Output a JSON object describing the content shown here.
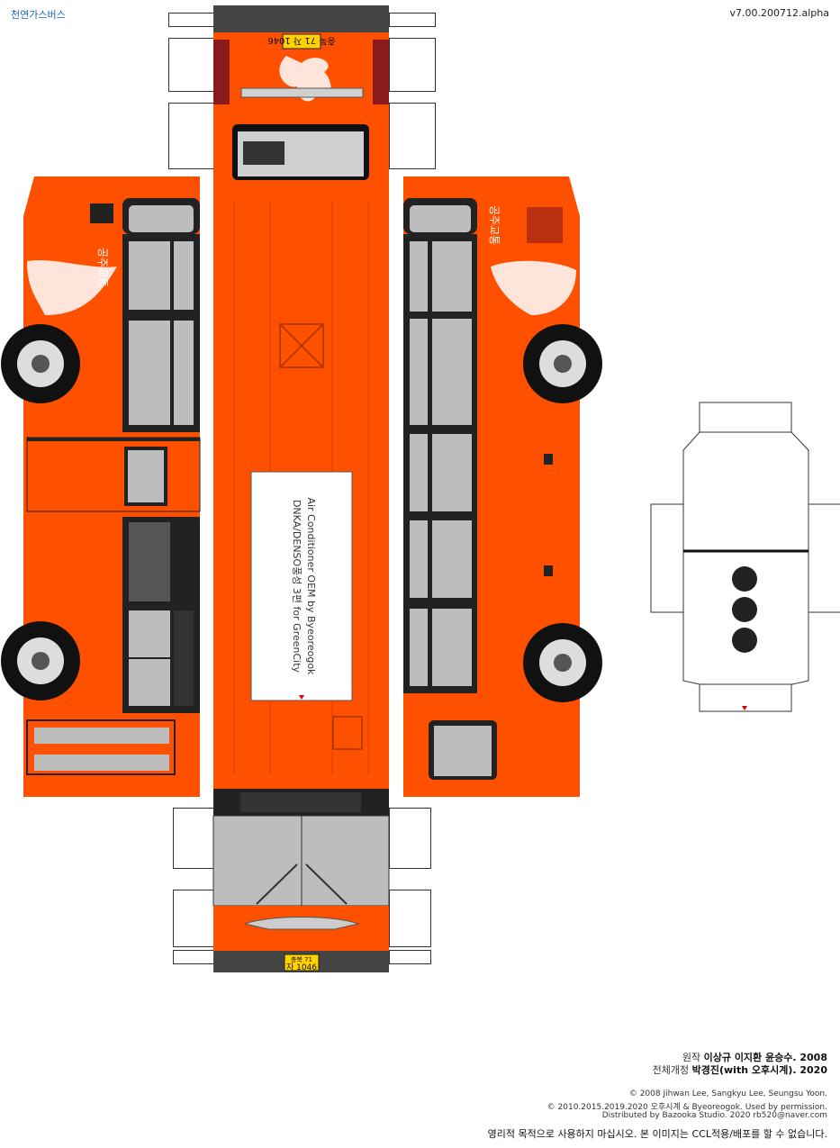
{
  "header": {
    "title": "천연가스버스",
    "version": "v7.00.200712.alpha"
  },
  "bus": {
    "plate_front_top": "충북 71",
    "plate_front_bottom": "자 1046",
    "plate_rear": "충북 71 자 1046",
    "side_text": "공주교통",
    "ac_label_line1": "Air Conditioner OEM by Byeoreogok",
    "ac_label_line2": "DNKA/DENSO풍성 3편 for GreenCity",
    "body_color": "#ff5000"
  },
  "credits": {
    "original_label": "원작",
    "original_names": "이상규 이지환 윤승수. 2008",
    "revision_label": "전체개정",
    "revision_names": "박경진(with 오후시계). 2020",
    "copyright1": "© 2008 Jihwan Lee, Sangkyu Lee, Seungsu Yoon.",
    "copyright2": "© 2010.2015.2019.2020 오후시계 & Byeoreogok. Used by permission.",
    "distributed": "Distributed by Bazooka Studio. 2020  rb520@naver.com",
    "notice": "영리적 목적으로 사용하지 마십시오.   본 이미지는 CCL적용/배포를 할 수 없습니다."
  }
}
